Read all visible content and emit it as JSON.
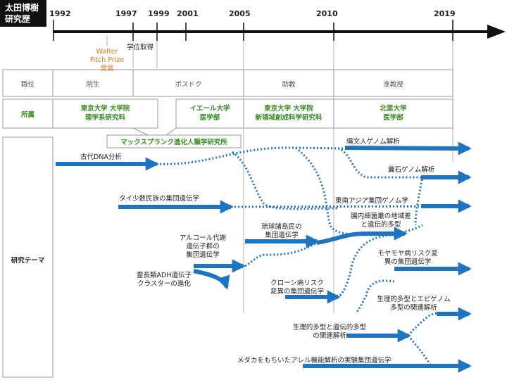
{
  "title": {
    "line1": "太田博樹",
    "line2": "研究歴"
  },
  "years": [
    "1992",
    "1997",
    "1999",
    "2001",
    "2005",
    "2010",
    "2019"
  ],
  "events": {
    "award": {
      "line1": "Walter",
      "line2": "Fitch Prize",
      "line3": "受賞"
    },
    "degree": "学位取得"
  },
  "rows": {
    "position": {
      "label": "職位",
      "cells": [
        "院生",
        "ポスドク",
        "助教",
        "准教授"
      ]
    },
    "affiliation": {
      "label": "所属",
      "cells": [
        {
          "line1": "東京大学 大学院",
          "line2": "理学系研究科"
        },
        {
          "line1": "イエール大学",
          "line2": "医学部"
        },
        {
          "line1": "東京大学 大学院",
          "line2": "新領域創成科学研究科"
        },
        {
          "line1": "北里大学",
          "line2": "医学部"
        }
      ],
      "extra": "マックスプランク進化人類学研究所"
    },
    "themes": {
      "label": "研究テーマ"
    }
  },
  "themes": {
    "ancient_dna": "古代DNA分析",
    "jomon": "縄文人ゲノム解析",
    "coprolite": "糞石ゲノム解析",
    "tai": "タイ少数民族の集団遺伝学",
    "east_asia": "東南アジア集団ゲノム学",
    "gut": {
      "line1": "腸内細菌叢の地域差",
      "line2": "と遺伝的多型"
    },
    "ryukyu": {
      "line1": "琉球諸島民の",
      "line2": "集団遺伝学"
    },
    "alcohol": {
      "line1": "アルコール代謝",
      "line2": "遺伝子群の",
      "line3": "集団遺伝学"
    },
    "moyamoya": {
      "line1": "モヤモヤ病リスク変",
      "line2": "異の集団遺伝学"
    },
    "primate_adh": {
      "line1": "霊長類ADH遺伝子",
      "line2": "クラスターの進化"
    },
    "crohn": {
      "line1": "クローン病リスク",
      "line2": "変異の集団遺伝学"
    },
    "epigenome": {
      "line1": "生理的多型とエピゲノム",
      "line2": "多型の関連解析"
    },
    "physiological": {
      "line1": "生理的多型と遺伝的多型",
      "line2": "の関連解析"
    },
    "medaka": "メダカをもちいたアレル機能解析の実験集団遺伝学"
  },
  "colors": {
    "arrow_blue": "#1f74c2",
    "green_text": "#3a8a24",
    "orange_text": "#d8761c",
    "title_bg": "#111111"
  }
}
